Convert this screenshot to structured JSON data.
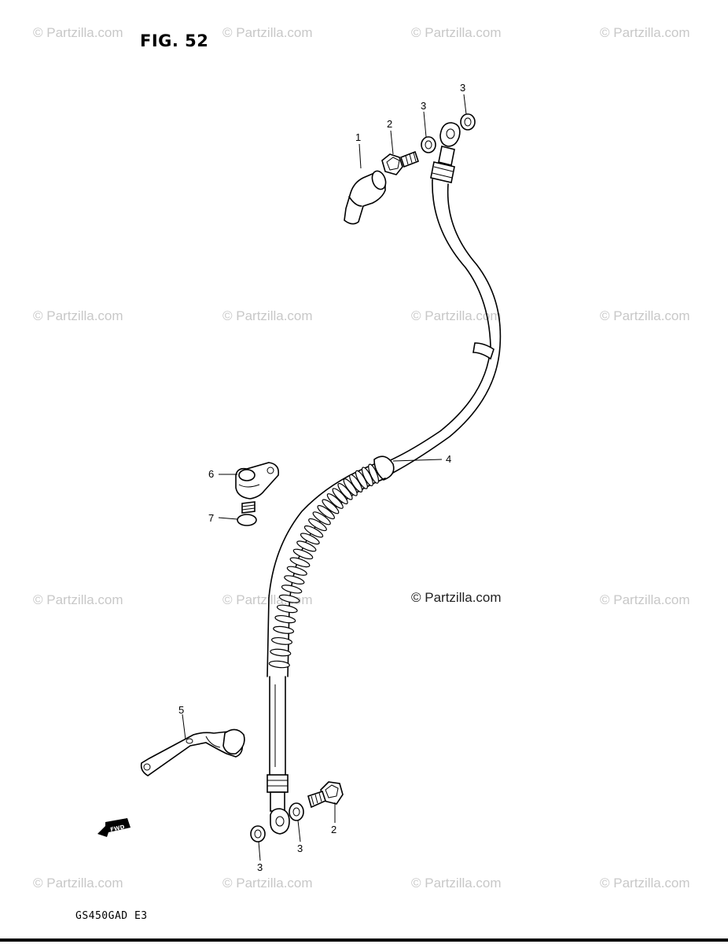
{
  "figure_title": "FIG. 52",
  "model_code": "GS450GAD  E3",
  "fwd_label": "FWD",
  "watermark_text": "© Partzilla.com",
  "center_watermark_text": "© Partzilla.com",
  "callouts": {
    "c1": "1",
    "c2_top": "2",
    "c3_a": "3",
    "c3_b": "3",
    "c4": "4",
    "c5": "5",
    "c6": "6",
    "c7": "7",
    "c2_bottom": "2",
    "c3_c": "3",
    "c3_d": "3"
  }
}
